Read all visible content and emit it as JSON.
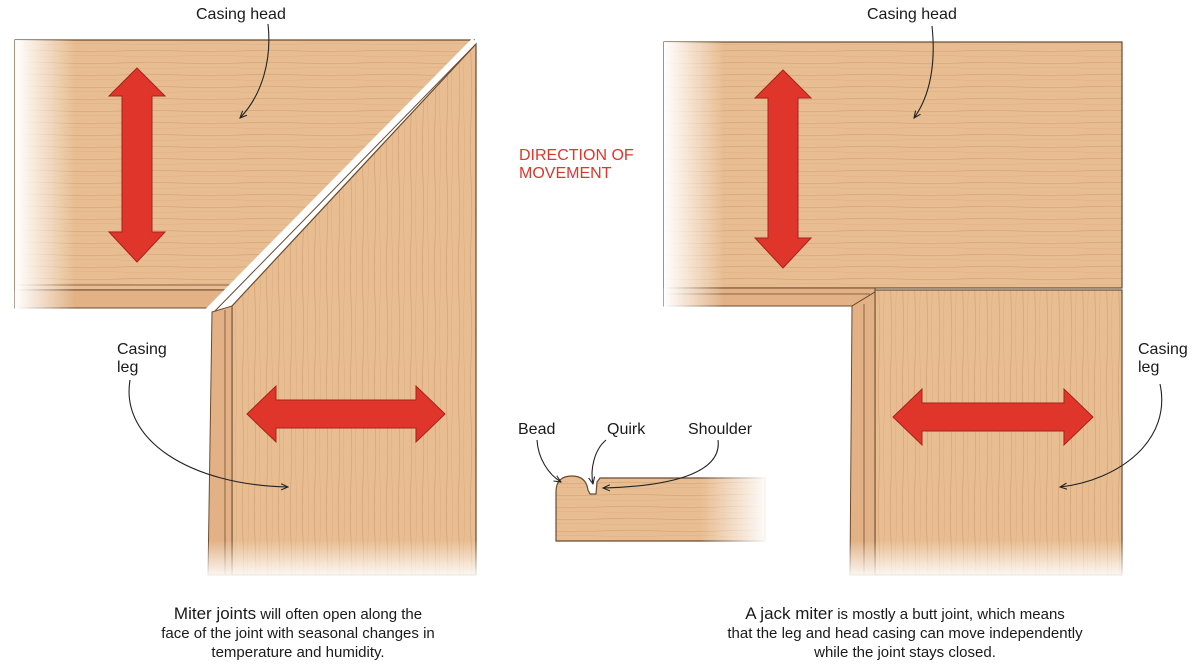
{
  "labels": {
    "left_head": "Casing head",
    "right_head": "Casing head",
    "left_leg_1": "Casing",
    "left_leg_2": "leg",
    "right_leg_1": "Casing",
    "right_leg_2": "leg",
    "movement_1": "DIRECTION OF",
    "movement_2": "MOVEMENT",
    "bead": "Bead",
    "quirk": "Quirk",
    "shoulder": "Shoulder"
  },
  "captions": {
    "left_lead": "Miter joints",
    "left_line1_rest": " will often open along the",
    "left_line2": "face of the joint with seasonal changes in",
    "left_line3": "temperature and humidity.",
    "right_lead": "A jack miter",
    "right_line1_rest": " is mostly a butt joint, which means",
    "right_line2": "that the leg and head casing can move independently",
    "right_line3": "while the joint stays closed."
  },
  "colors": {
    "wood": "#e6b98d",
    "wood_light": "#f0cfa8",
    "grain": "#c99564",
    "edge": "#6b4a2e",
    "arrow": "#e0352b"
  }
}
